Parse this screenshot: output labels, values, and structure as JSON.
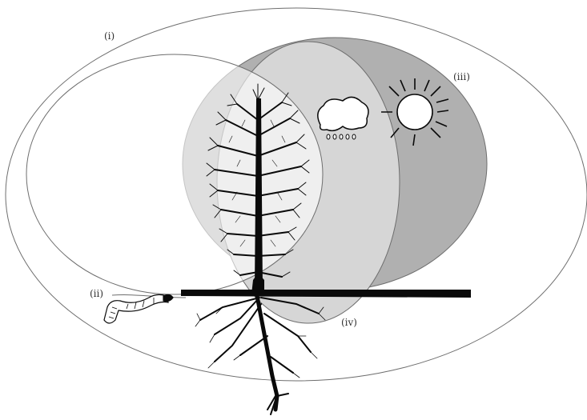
{
  "labels": {
    "i": "(i)",
    "ii": "(ii)",
    "iii": "(iii)",
    "iv": "(iv)"
  },
  "colors": {
    "outline": "#6e6e6e",
    "dark_region": "#b0b0b0",
    "light_region": "#d6d6d6",
    "white_region": "#ffffff",
    "ink": "#0a0a0a"
  },
  "icons": {
    "sun": "sun-icon",
    "cloud": "rain-cloud-icon",
    "worm": "worm-icon",
    "tree": "tree-icon"
  }
}
